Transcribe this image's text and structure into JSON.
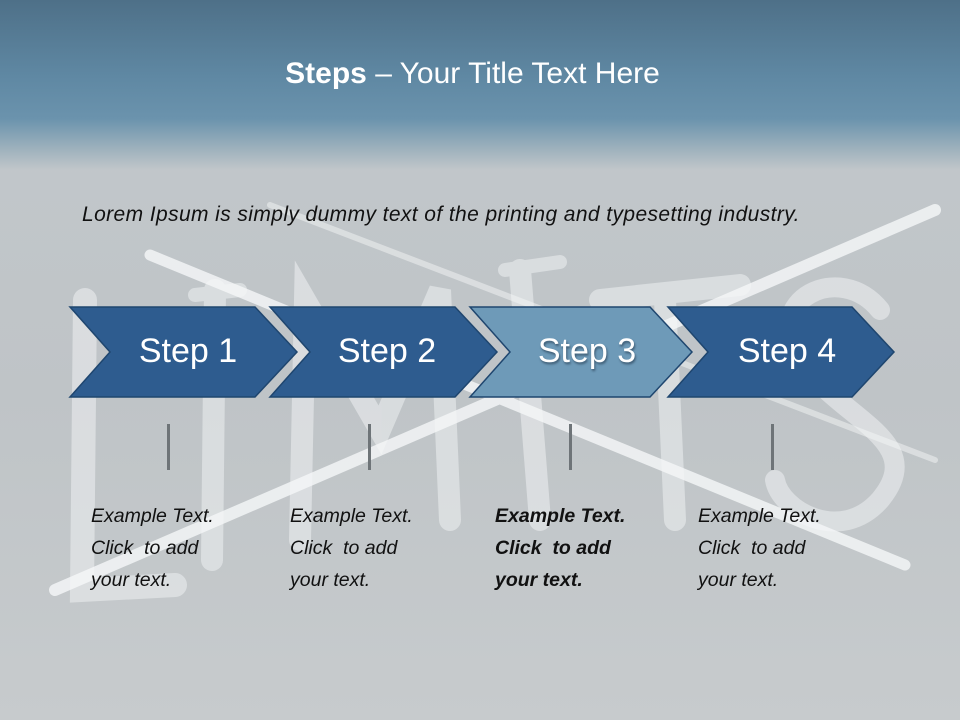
{
  "title": {
    "bold_part": "Steps",
    "rest": " – Your Title Text Here"
  },
  "intro_text": "Lorem Ipsum is simply dummy text of the printing and typesetting industry.",
  "steps": [
    {
      "label": "Step 1",
      "caption": [
        "Example Text.",
        "Click  to add",
        "your text."
      ]
    },
    {
      "label": "Step 2",
      "caption": [
        "Example Text.",
        "Click  to add",
        "your text."
      ]
    },
    {
      "label": "Step 3",
      "caption": [
        "Example Text.",
        "Click  to add",
        "your text."
      ]
    },
    {
      "label": "Step 4",
      "caption": [
        "Example Text.",
        "Click  to add",
        "your text."
      ]
    }
  ],
  "highlighted_step": 3,
  "colors": {
    "arrow_dark": "#2d5b8e",
    "arrow_light": "#6e9ab8",
    "header": "#5f88a3",
    "background": "#c3c8cc"
  }
}
